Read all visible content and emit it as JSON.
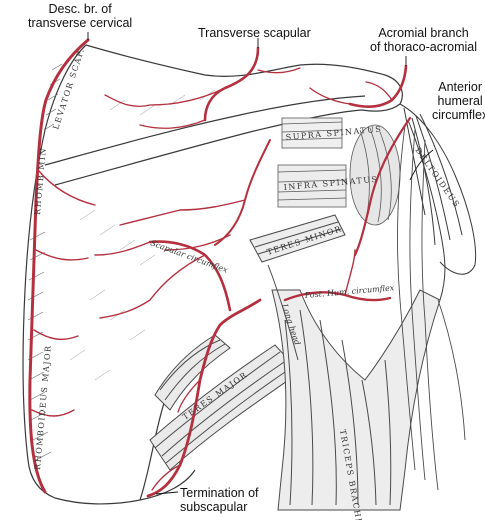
{
  "figure": {
    "callouts": {
      "desc_br": "Desc. br. of\ntransverse cervical",
      "transverse_scapular": "Transverse scapular",
      "acromial_branch": "Acromial branch\nof thoraco-acromial",
      "anterior_humeral": "Anterior\nhumeral\ncircumflex",
      "termination": "Termination of\nsubscapular"
    },
    "engraved_labels": {
      "levator_scap": "LEVATOR SCAP.",
      "rhomb_min": "RHOMB MIN",
      "rhomb_major": "RHOMBOIDEUS MAJOR",
      "supra_spinatus": "SUPRA SPINATUS",
      "infra_spinatus": "INFRA SPINATUS",
      "deltoideus": "DELTOIDEUS",
      "teres_minor": "TERES MINOR",
      "teres_major": "TERES MAJOR",
      "triceps": "TRICEPS BRACHII",
      "long_head": "Long head",
      "scapular_circ": "Scapular circumflex",
      "post_hum_circ": "Post. Hum. circumflex"
    },
    "colors": {
      "artery": "#b5303f",
      "line": "#3a3a3a",
      "shade": "#6a6a6a",
      "background": "#ffffff"
    }
  }
}
